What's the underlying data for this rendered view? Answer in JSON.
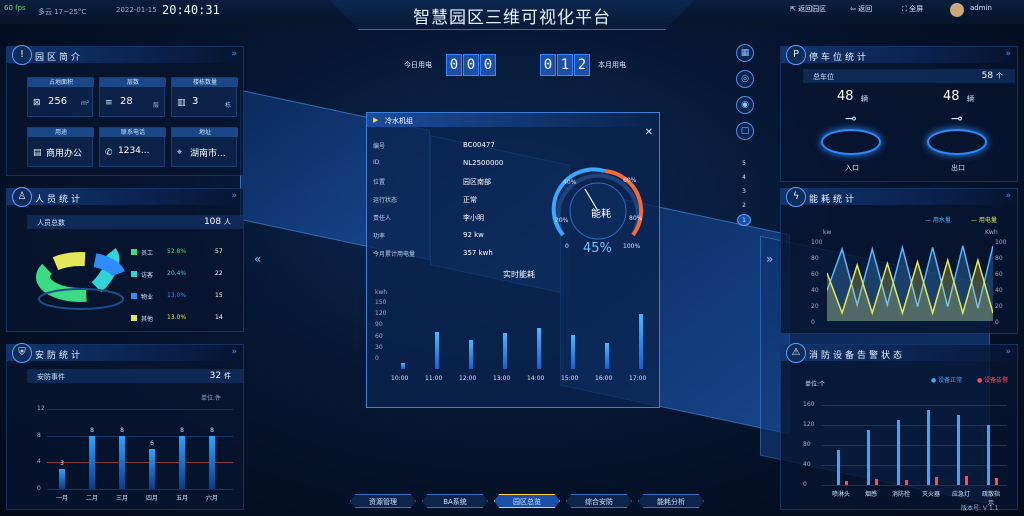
{
  "topbar": {
    "fps": "60 fps",
    "weather": "多云 17~25°C",
    "date": "2022-01-15",
    "time": "20:40:31",
    "title": "智慧园区三维可视化平台",
    "nav_back": "返回园区",
    "nav_return": "返回",
    "fullscreen": "全屏",
    "user": "admin"
  },
  "park": {
    "title": "园区简介",
    "items": [
      {
        "label": "占地面积",
        "value": "256",
        "unit": "m²",
        "icon": "area-icon"
      },
      {
        "label": "层数",
        "value": "28",
        "unit": "层",
        "icon": "floor-icon"
      },
      {
        "label": "楼栋数量",
        "value": "3",
        "unit": "栋",
        "icon": "building-icon"
      },
      {
        "label": "用途",
        "value": "商用办公",
        "unit": "",
        "icon": "office-icon"
      },
      {
        "label": "联系电话",
        "value": "1234...",
        "unit": "",
        "icon": "phone-icon"
      },
      {
        "label": "地址",
        "value": "湖南市...",
        "unit": "",
        "icon": "location-icon"
      }
    ]
  },
  "staff": {
    "title": "人员统计",
    "total_label": "人员总数",
    "total": "108",
    "total_unit": "人",
    "legend": [
      {
        "name": "员工",
        "pct": "52.8%",
        "count": "57",
        "color": "#3ddc84"
      },
      {
        "name": "访客",
        "pct": "20.4%",
        "count": "22",
        "color": "#2fd4d4"
      },
      {
        "name": "物业",
        "pct": "13.0%",
        "count": "15",
        "color": "#2f8cff"
      },
      {
        "name": "其他",
        "pct": "13.0%",
        "count": "14",
        "color": "#e6e65a"
      }
    ]
  },
  "security": {
    "title": "安防统计",
    "events_label": "安防事件",
    "events": "32",
    "events_unit": "件",
    "unit_label": "单位:件",
    "yticks": [
      "12",
      "8",
      "4",
      "0"
    ],
    "chart_data": {
      "type": "bar",
      "categories": [
        "一月",
        "二月",
        "三月",
        "四月",
        "五月",
        "六月"
      ],
      "values": [
        3,
        8,
        8,
        6,
        8,
        8
      ],
      "ylim": [
        0,
        12
      ]
    }
  },
  "counter": {
    "today_label": "今日用电",
    "today_digits": [
      "0",
      "0",
      "0"
    ],
    "month_digits": [
      "0",
      "1",
      "2"
    ],
    "month_label": "本月用电"
  },
  "popup": {
    "title": "冷水机组",
    "rows": [
      {
        "k": "编号",
        "v": "BC00477"
      },
      {
        "k": "ID",
        "v": "NL2500000"
      },
      {
        "k": "位置",
        "v": "园区南部"
      },
      {
        "k": "运行状态",
        "v": "正常"
      },
      {
        "k": "责任人",
        "v": "李小明"
      },
      {
        "k": "功率",
        "v": "92 kw"
      },
      {
        "k": "今月累计用电量",
        "v": "357 kwh"
      }
    ],
    "gauge_label": "能耗",
    "gauge_value": "45%",
    "gauge_ticks": [
      "40%",
      "60%",
      "20%",
      "80%",
      "0",
      "100%"
    ],
    "chart_title": "实时能耗",
    "chart_data": {
      "type": "bar",
      "categories": [
        "10:00",
        "11:00",
        "12:00",
        "13:00",
        "14:00",
        "15:00",
        "16:00",
        "17:00"
      ],
      "values": [
        12,
        80,
        62,
        78,
        88,
        72,
        56,
        118
      ],
      "ylim": [
        0,
        150
      ],
      "ylabel": "kwh"
    },
    "yticks": [
      "150",
      "120",
      "90",
      "60",
      "30",
      "0"
    ]
  },
  "floors": [
    "5",
    "4",
    "3",
    "2",
    "1"
  ],
  "parking": {
    "title": "停车位统计",
    "total_label": "总车位",
    "total": "58",
    "total_unit": "个",
    "in_value": "48",
    "in_unit": "辆",
    "in_label": "入口",
    "out_value": "48",
    "out_unit": "辆",
    "out_label": "出口"
  },
  "energy": {
    "title": "能耗统计",
    "unit_left": "kw",
    "unit_right": "Kwh",
    "legend_water": "用水量",
    "legend_power": "用电量",
    "yticks": [
      "100",
      "80",
      "60",
      "40",
      "20",
      "0"
    ],
    "chart_data": {
      "type": "line",
      "x": [
        "1",
        "2",
        "3",
        "4",
        "5",
        "6",
        "7",
        "8",
        "9",
        "10",
        "11",
        "12"
      ],
      "series": [
        {
          "name": "用水量",
          "values": [
            38,
            90,
            20,
            90,
            20,
            92,
            18,
            92,
            18,
            94,
            16,
            94
          ]
        },
        {
          "name": "用电量",
          "values": [
            60,
            10,
            70,
            10,
            72,
            10,
            74,
            10,
            76,
            10,
            76,
            10
          ]
        }
      ],
      "ylim": [
        0,
        100
      ]
    }
  },
  "fire": {
    "title": "消防设备告警状态",
    "unit_label": "单位:个",
    "legend_normal": "设备正常",
    "legend_alarm": "设备告警",
    "yticks": [
      "160",
      "120",
      "80",
      "40",
      "0"
    ],
    "chart_data": {
      "type": "bar",
      "categories": [
        "喷淋头",
        "烟感",
        "消防栓",
        "灭火器",
        "应急灯",
        "疏散指示"
      ],
      "series": [
        {
          "name": "设备正常",
          "values": [
            70,
            110,
            130,
            150,
            140,
            120
          ]
        },
        {
          "name": "设备告警",
          "values": [
            8,
            12,
            10,
            16,
            18,
            14
          ]
        }
      ],
      "ylim": [
        0,
        160
      ]
    }
  },
  "bottom_nav": [
    "资源管理",
    "BA系统",
    "园区总览",
    "综合安防",
    "能耗分析"
  ],
  "version": "版本号: V 1.1"
}
